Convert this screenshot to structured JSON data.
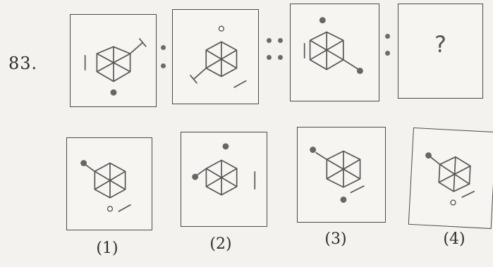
{
  "question_number": "83.",
  "question_mark": "?",
  "option_labels": [
    "(1)",
    "(2)",
    "(3)",
    "(4)"
  ],
  "colors": {
    "ink": "#555555",
    "paper": "#f4f2ee"
  }
}
